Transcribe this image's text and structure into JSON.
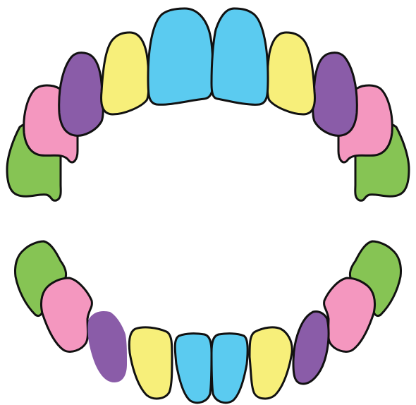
{
  "diagram": {
    "type": "dental-arch-illustration",
    "arches": [
      "upper",
      "lower"
    ],
    "colors": {
      "blue": "#5BCBF0",
      "yellow": "#F7EF7A",
      "purple": "#8A5CA8",
      "pink": "#F497BF",
      "green": "#86C454",
      "outline": "#111111",
      "background": "#FFFFFF"
    },
    "upper_arch": {
      "tooth_colors_left_to_right": [
        "green",
        "pink",
        "purple",
        "yellow",
        "blue",
        "blue",
        "yellow",
        "purple",
        "pink",
        "green"
      ]
    },
    "lower_arch": {
      "tooth_colors_left_to_right": [
        "green",
        "pink",
        "purple",
        "yellow",
        "blue",
        "blue",
        "yellow",
        "purple",
        "pink",
        "green"
      ]
    }
  }
}
